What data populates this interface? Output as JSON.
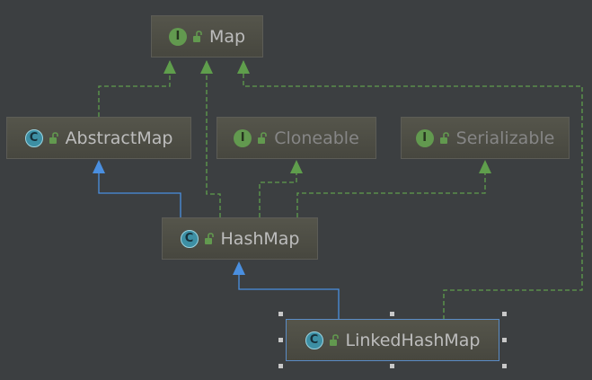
{
  "nodes": {
    "map": {
      "label": "Map",
      "kind": "interface",
      "badge": "I"
    },
    "abstract_map": {
      "label": "AbstractMap",
      "kind": "class",
      "badge": "C"
    },
    "cloneable": {
      "label": "Cloneable",
      "kind": "interface",
      "badge": "I"
    },
    "serializable": {
      "label": "Serializable",
      "kind": "interface",
      "badge": "I"
    },
    "hash_map": {
      "label": "HashMap",
      "kind": "class",
      "badge": "C"
    },
    "linked_hash_map": {
      "label": "LinkedHashMap",
      "kind": "class",
      "badge": "C",
      "selected": true
    }
  },
  "edges": [
    {
      "from": "abstract_map",
      "to": "map",
      "type": "implements"
    },
    {
      "from": "hash_map",
      "to": "map",
      "type": "implements"
    },
    {
      "from": "linked_hash_map",
      "to": "map",
      "type": "implements"
    },
    {
      "from": "hash_map",
      "to": "cloneable",
      "type": "implements"
    },
    {
      "from": "hash_map",
      "to": "serializable",
      "type": "implements"
    },
    {
      "from": "hash_map",
      "to": "abstract_map",
      "type": "extends"
    },
    {
      "from": "linked_hash_map",
      "to": "hash_map",
      "type": "extends"
    }
  ],
  "colors": {
    "background": "#3c3f41",
    "implements_edge": "#5f9e4c",
    "extends_edge": "#4a8fe0",
    "interface_badge": "#62994f",
    "class_badge": "#3d8fa4",
    "selection_border": "#5a8cc6"
  }
}
